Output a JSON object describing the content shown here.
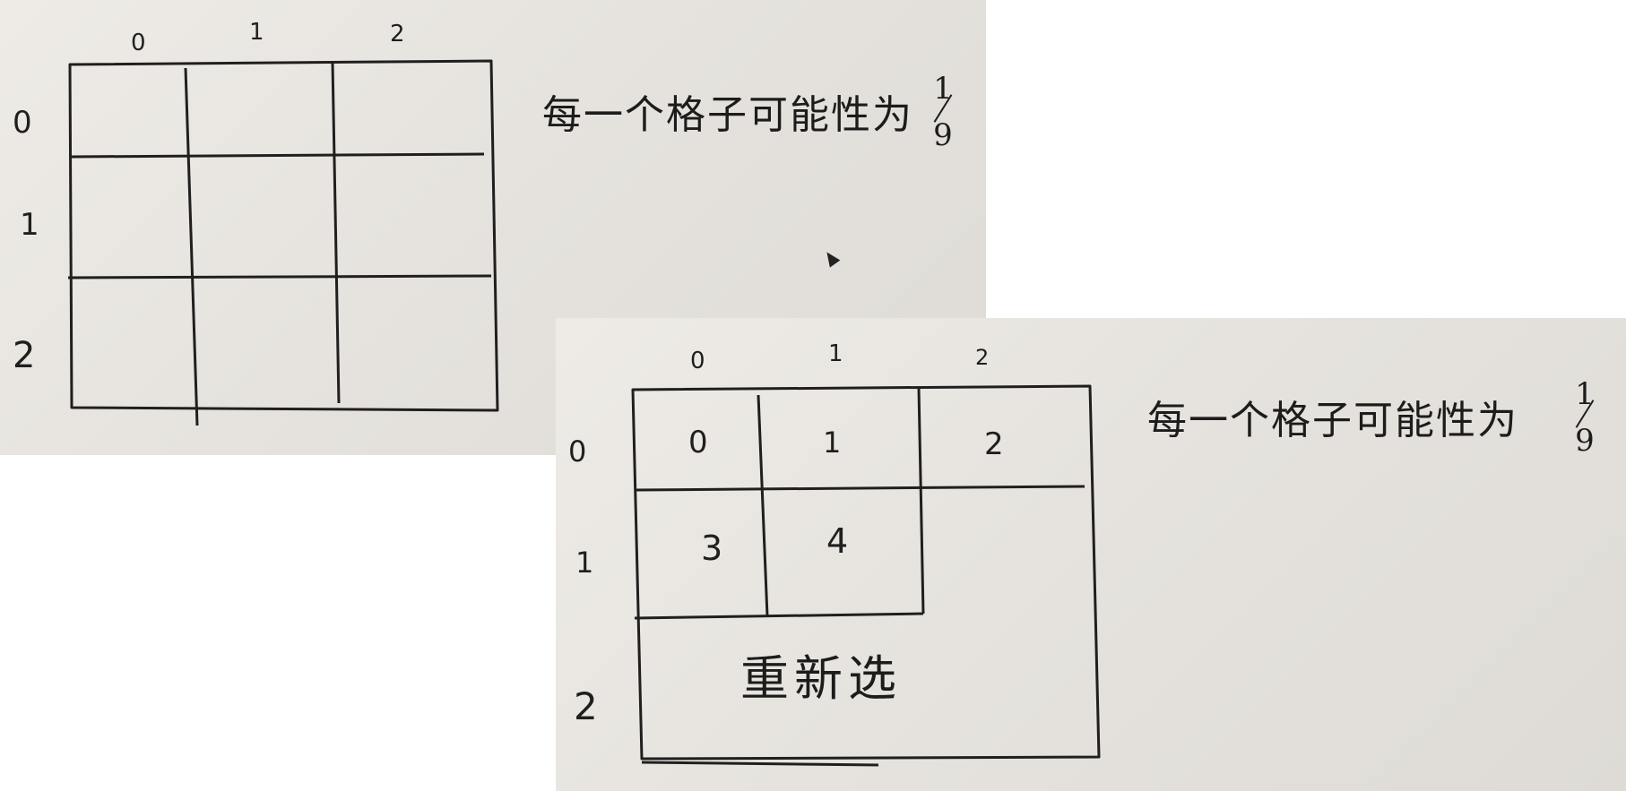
{
  "board_a": {
    "col_labels": [
      "0",
      "1",
      "2"
    ],
    "row_labels": [
      "0",
      "1",
      "2"
    ],
    "note": "每一个格子可能性为",
    "fraction": {
      "numerator": "1",
      "denominator": "9"
    }
  },
  "board_b": {
    "col_labels": [
      "0",
      "1",
      "2"
    ],
    "row_labels": [
      "0",
      "1",
      "2"
    ],
    "cells": [
      "0",
      "1",
      "2",
      "3",
      "4"
    ],
    "reselect": "重新选",
    "note": "每一个格子可能性为",
    "fraction": {
      "numerator": "1",
      "denominator": "9"
    }
  }
}
